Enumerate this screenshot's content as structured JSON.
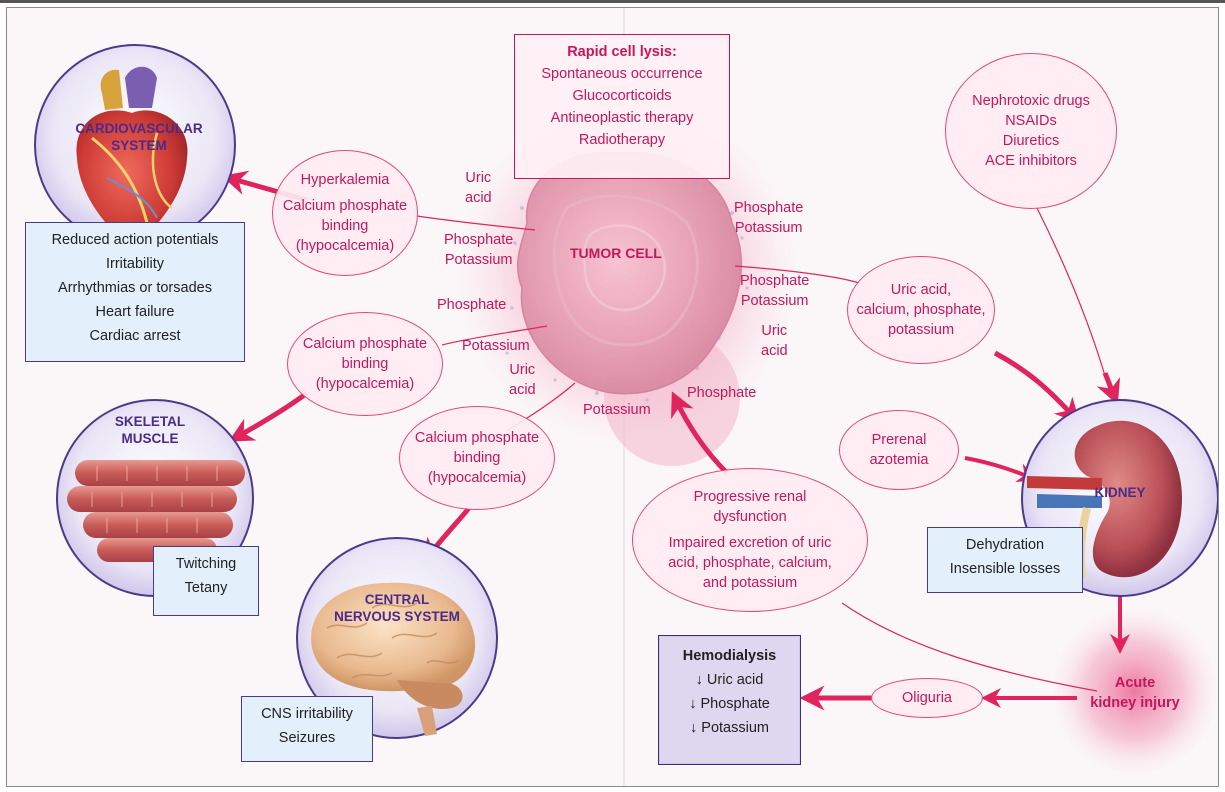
{
  "tumor": {
    "title": "TUMOR CELL",
    "lysis": {
      "header": "Rapid cell lysis:",
      "items": [
        "Spontaneous occurrence",
        "Glucocorticoids",
        "Antineoplastic therapy",
        "Radiotherapy"
      ]
    },
    "released": {
      "uric_acid_top": [
        "Uric",
        "acid"
      ],
      "phosphate_potassium_left": [
        "Phosphate",
        "Potassium"
      ],
      "phosphate_left": "Phosphate",
      "potassium_left": "Potassium",
      "uric_acid_lower": [
        "Uric",
        "acid"
      ],
      "potassium_bottom": "Potassium",
      "phosphate_bottom": "Phosphate",
      "phosphate_potassium_right_top": [
        "Phosphate",
        "Potassium"
      ],
      "phosphate_potassium_right": [
        "Phosphate",
        "Potassium"
      ],
      "uric_acid_right": [
        "Uric",
        "acid"
      ]
    }
  },
  "cardiovascular": {
    "title": [
      "CARDIOVASCULAR",
      "SYSTEM"
    ],
    "cause": [
      "Hyperkalemia",
      "Calcium phosphate",
      "binding",
      "(hypocalcemia)"
    ],
    "effects": [
      "Reduced action potentials",
      "Irritability",
      "Arrhythmias or torsades",
      "Heart failure",
      "Cardiac arrest"
    ]
  },
  "skeletal": {
    "title": [
      "SKELETAL",
      "MUSCLE"
    ],
    "cause": [
      "Calcium phosphate",
      "binding",
      "(hypocalcemia)"
    ],
    "effects": [
      "Twitching",
      "Tetany"
    ]
  },
  "cns": {
    "title": [
      "CENTRAL",
      "NERVOUS SYSTEM"
    ],
    "cause": [
      "Calcium phosphate",
      "binding",
      "(hypocalcemia)"
    ],
    "effects": [
      "CNS irritability",
      "Seizures"
    ]
  },
  "kidney": {
    "title": "KIDNEY",
    "drugs": [
      "Nephrotoxic drugs",
      "NSAIDs",
      "Diuretics",
      "ACE inhibitors"
    ],
    "deposits": [
      "Uric acid,",
      "calcium, phosphate,",
      "potassium"
    ],
    "prerenal": [
      "Prerenal",
      "azotemia"
    ],
    "effects": [
      "Dehydration",
      "Insensible losses"
    ],
    "progressive": {
      "title": [
        "Progressive renal",
        "dysfunction"
      ],
      "detail": [
        "Impaired excretion of uric",
        "acid, phosphate, calcium,",
        "and potassium"
      ]
    },
    "aki": [
      "Acute",
      "kidney injury"
    ],
    "oliguria": "Oliguria",
    "hemodialysis": {
      "header": "Hemodialysis",
      "items": [
        "↓ Uric acid",
        "↓ Phosphate",
        "↓ Potassium"
      ]
    }
  },
  "colors": {
    "accent_pink": "#e0245e",
    "label_pink": "#c2185b",
    "organ_purple": "#4a2a8a",
    "effect_blue": "#e3effa",
    "hemodialysis_lavender": "#ddd7ef"
  },
  "icons": [
    "heart-illustration",
    "muscle-fibers-illustration",
    "brain-illustration",
    "kidney-illustration",
    "tumor-cell-illustration"
  ]
}
